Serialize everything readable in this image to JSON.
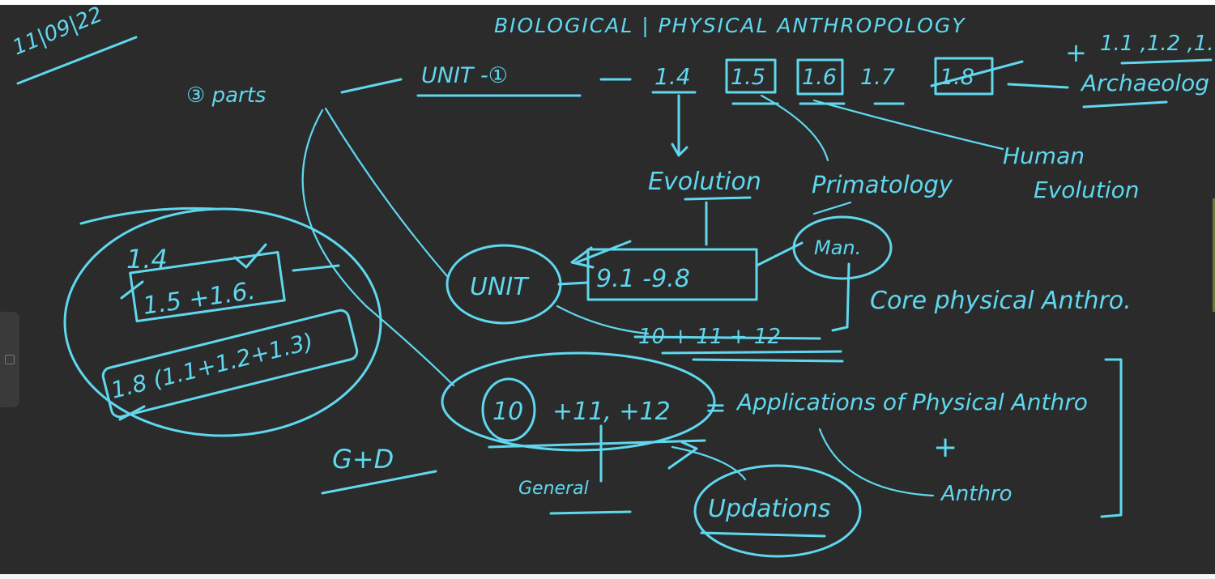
{
  "colors": {
    "board": "#2b2b2b",
    "ink": "#5fd8ef"
  },
  "side_handle": {
    "icon": "panel-handle-icon"
  },
  "notes": {
    "date": "11|09|22",
    "title": "BIOLOGICAL | PHYSICAL ANTHROPOLOGY",
    "three_parts": "③ parts",
    "unit_one": "UNIT -①",
    "sec_1_4": "1.4",
    "sec_1_5": "1.5",
    "sec_1_6": "1.6",
    "sec_1_7": "1.7",
    "sec_1_8": "1.8",
    "plus_top": "+",
    "top_right_list": "1.1 ,1.2 ,1.",
    "archaeology": "Archaeolog",
    "evolution": "Evolution",
    "primatology": "Primatology",
    "human": "Human",
    "human_evolution": "Evolution",
    "unit_box_label": "UNIT",
    "unit_range": "9.1 -9.8",
    "man": "Man.",
    "core": "Core physical Anthro.",
    "crossed_line": "10 + 11 + 12",
    "left_1_4": "1.4",
    "left_1_5_1_6": "1.5 +1.6.",
    "left_1_8": "1.8 (1.1+1.2+1.3)",
    "g_d": "G+D",
    "unit_ten": "10",
    "plus_11_12": "+11, +12",
    "equals": "=",
    "applications": "Applications of Physical Anthro",
    "plus_mid": "+",
    "anthro": "Anthro",
    "general": "General",
    "updations": "Updations"
  }
}
